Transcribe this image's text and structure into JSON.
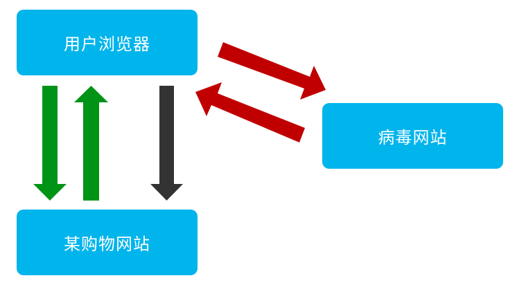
{
  "nodes": {
    "browser": {
      "label": "用户浏览器"
    },
    "virus": {
      "label": "病毒网站"
    },
    "shop": {
      "label": "某购物网站"
    }
  },
  "colors": {
    "node_fill": "#00B4EC",
    "node_text": "#FFFFFF",
    "arrow_green": "#009417",
    "arrow_dark": "#333333",
    "arrow_red": "#C00000"
  },
  "edges": [
    {
      "from": "browser",
      "to": "shop",
      "color": "arrow_green"
    },
    {
      "from": "shop",
      "to": "browser",
      "color": "arrow_green"
    },
    {
      "from": "browser",
      "to": "shop",
      "color": "arrow_dark"
    },
    {
      "from": "browser",
      "to": "virus",
      "color": "arrow_red"
    },
    {
      "from": "virus",
      "to": "browser",
      "color": "arrow_red"
    }
  ]
}
